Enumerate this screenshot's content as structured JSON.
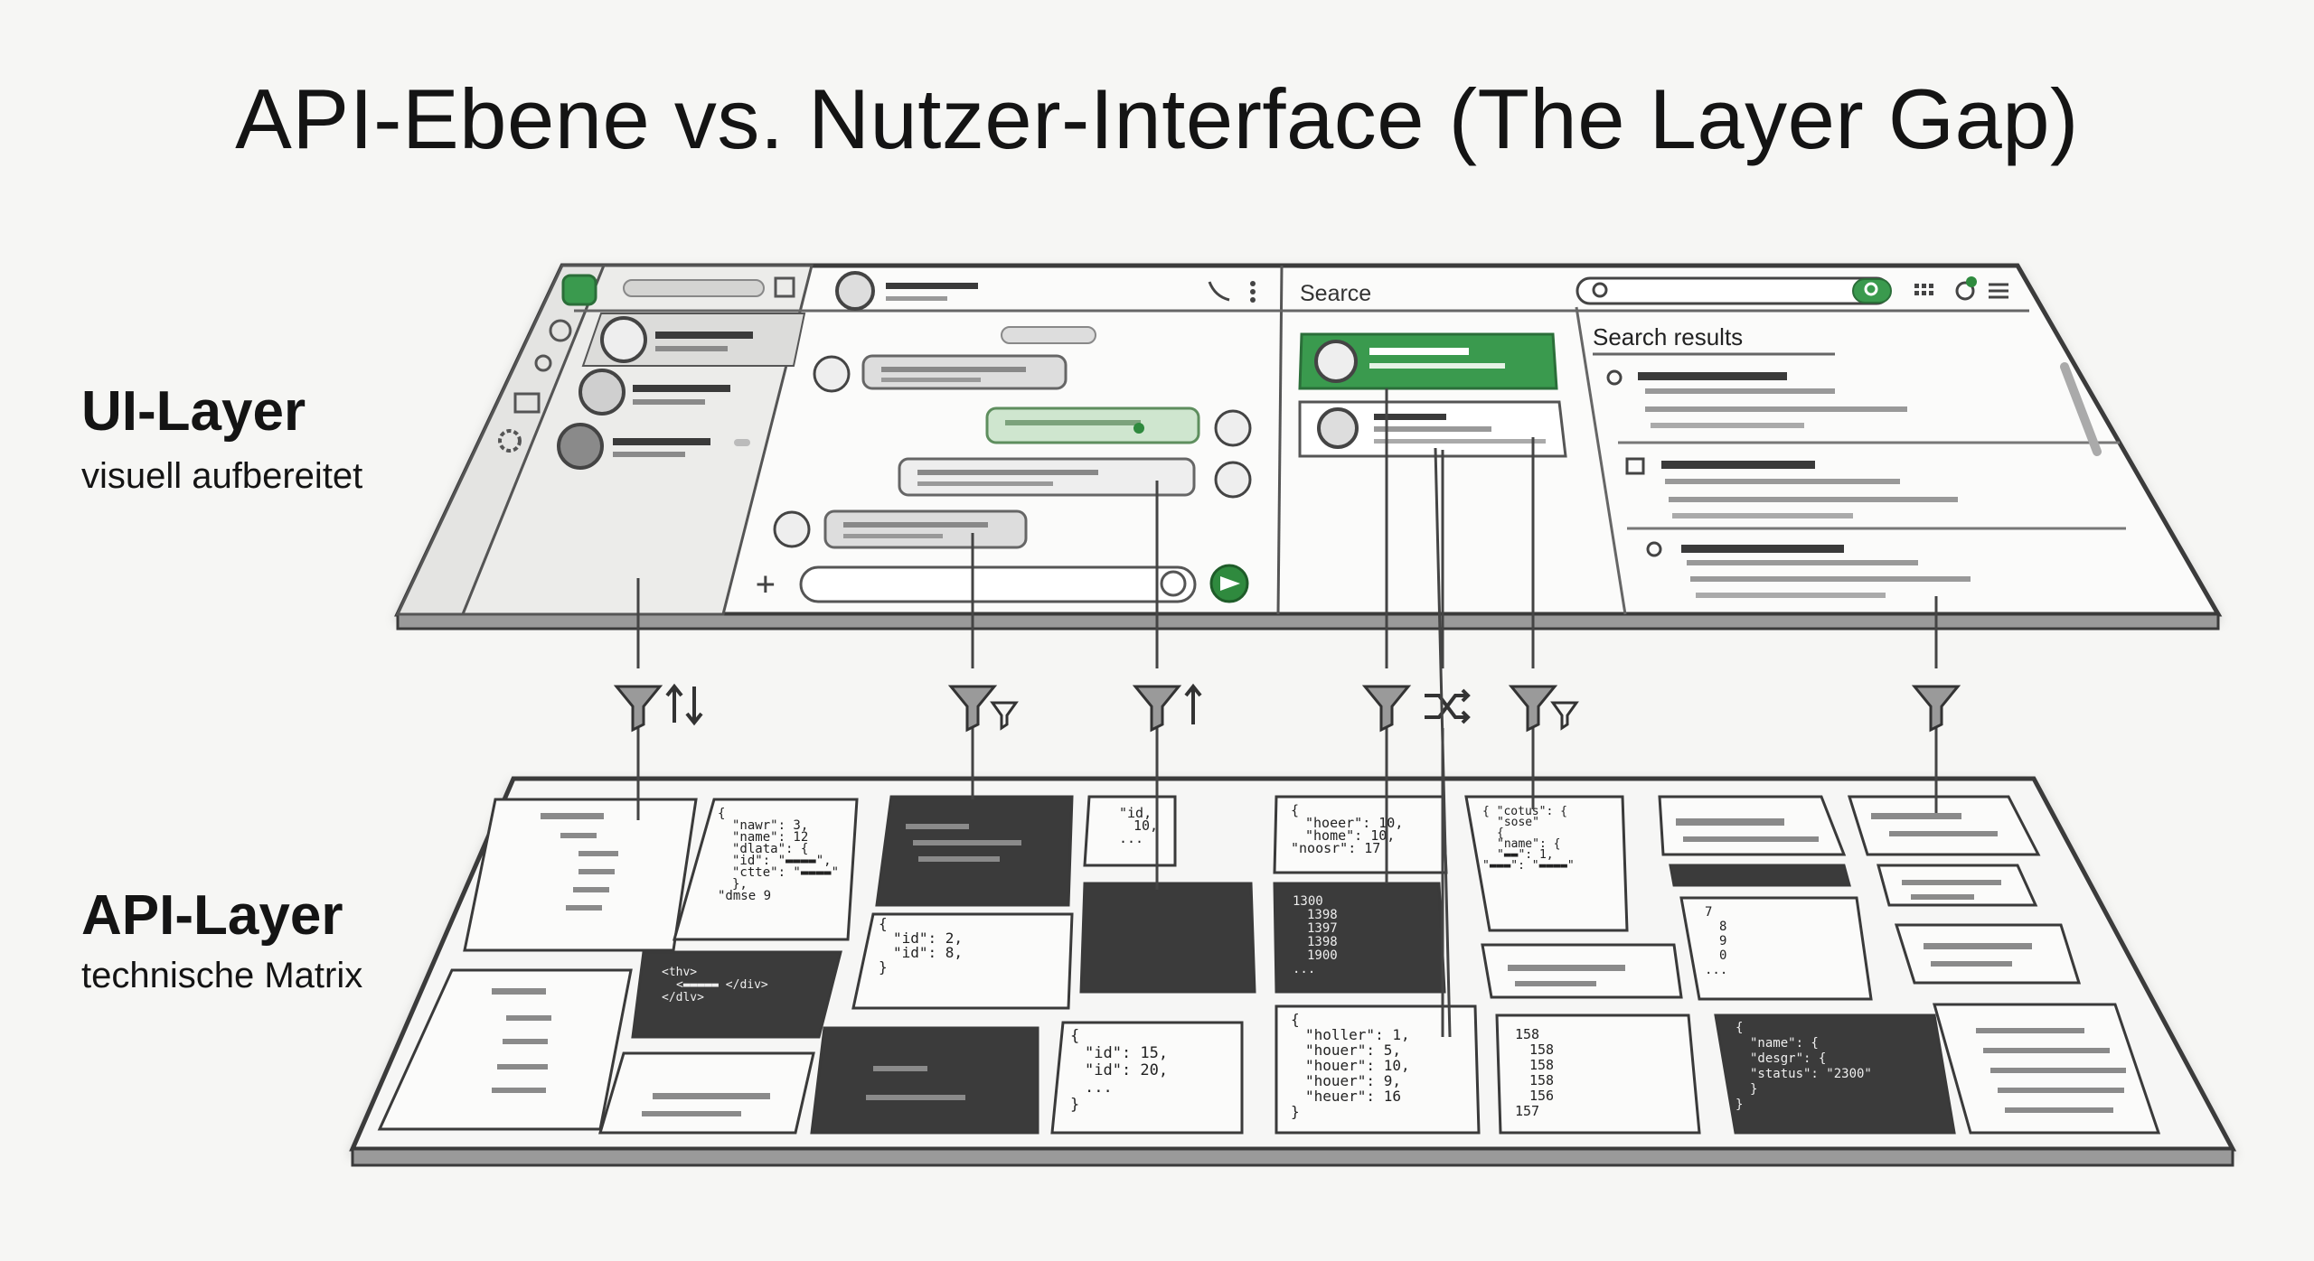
{
  "title": "API-Ebene vs. Nutzer-Interface (The Layer Gap)",
  "ui_layer": {
    "name": "UI-Layer",
    "subtitle": "visuell aufbereitet",
    "search_label": "Searce",
    "results_title": "Search results"
  },
  "api_layer": {
    "name": "API-Layer",
    "subtitle": "technische Matrix",
    "blocks": {
      "card_name": [
        "{",
        "\"nawr\": 3,",
        "\"name\": 12",
        "\"dlata\": {",
        "\"id\": \"▬▬▬▬\",",
        "\"ctte\": \"▬▬▬▬\"",
        "},",
        "\"dmse 9"
      ],
      "card_id_small": [
        "\"id,",
        "10,",
        "..."
      ],
      "card_hoer": [
        "{",
        "\"hoeer\": 10,",
        "\"home\": 10,",
        "\"noosr\": 17"
      ],
      "card_cotus": [
        "{  \"cotus\": {",
        "\"sose\"",
        "{",
        "\"name\": {",
        "\"▬▬\": 1,",
        "\"▬▬▬\": \"▬▬▬▬\""
      ],
      "card_id_mid": [
        "{",
        "\"id\": 2,",
        "\"id\": 8,",
        "}"
      ],
      "dark_nums": [
        "1300",
        "1398",
        "1397",
        "1398",
        "1900",
        "..."
      ],
      "digits_col": [
        "7",
        "8",
        "9",
        "0",
        "..."
      ],
      "html_block": [
        "<thv>",
        "<▬▬▬▬▬ </div>",
        "</dlv>"
      ],
      "card_id_low": [
        "{",
        "\"id\": 15,",
        "\"id\": 20,",
        "...",
        "}"
      ],
      "card_houer": [
        "{",
        "\"holler\": 1,",
        "\"houer\": 5,",
        "\"houer\": 10,",
        "\"houer\": 9,",
        "\"heuer\": 16",
        "}"
      ],
      "num_col": [
        "158",
        "158",
        "158",
        "158",
        "156",
        "157"
      ],
      "dark_status": [
        "{",
        "\"name\": {",
        "\"desgr\": {",
        "\"status\": \"2300\"",
        "}",
        "}"
      ]
    }
  },
  "connectors": {
    "count": 7
  }
}
